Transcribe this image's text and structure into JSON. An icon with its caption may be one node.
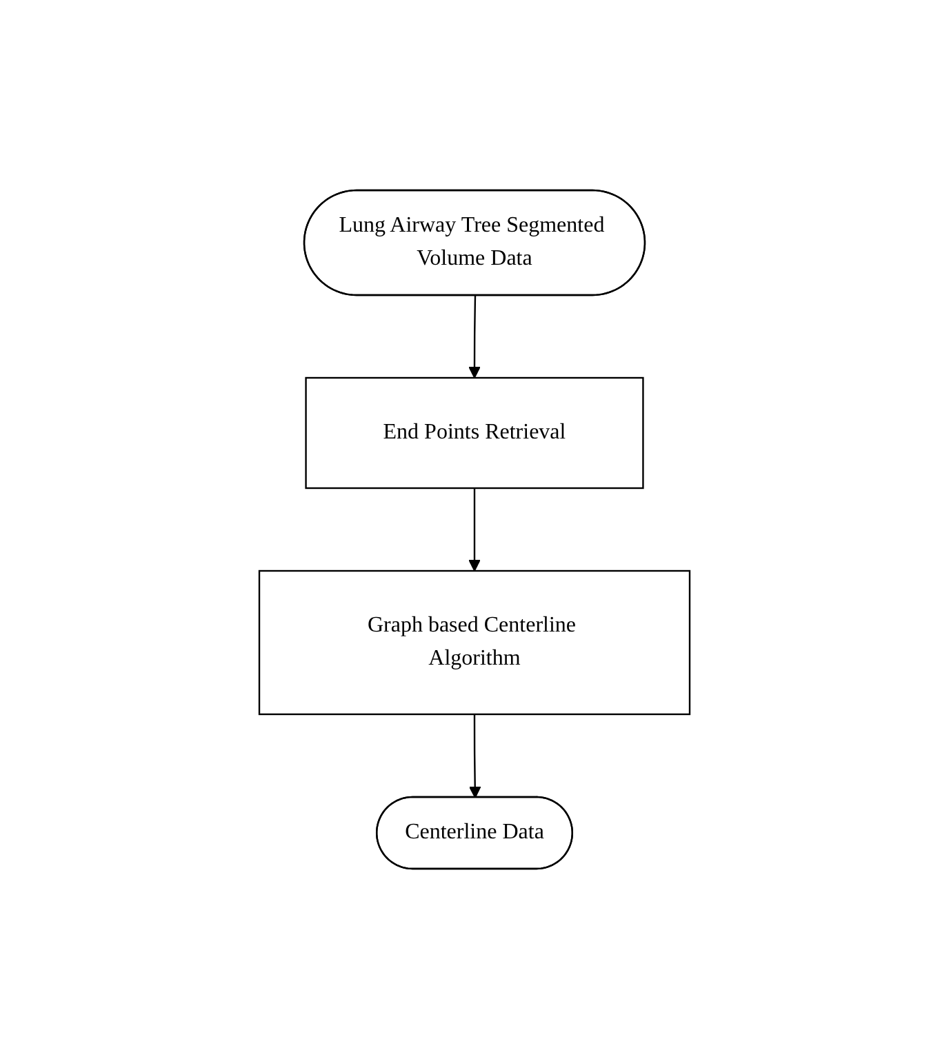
{
  "diagram": {
    "nodes": [
      {
        "text": [
          "Lung Airway Tree Segmented Volume Data"
        ]
      },
      {
        "text": [
          "End Points Retrieval"
        ]
      },
      {
        "text": [
          "Graph based Centerline Algorithm"
        ]
      },
      {
        "text": [
          "Centerline Data"
        ]
      }
    ],
    "edges": [
      {
        "from": 0,
        "to": 1,
        "arrow": "to"
      },
      {
        "from": 1,
        "to": 2,
        "arrow": "to"
      },
      {
        "from": 2,
        "to": 3,
        "arrow": "to"
      }
    ]
  }
}
